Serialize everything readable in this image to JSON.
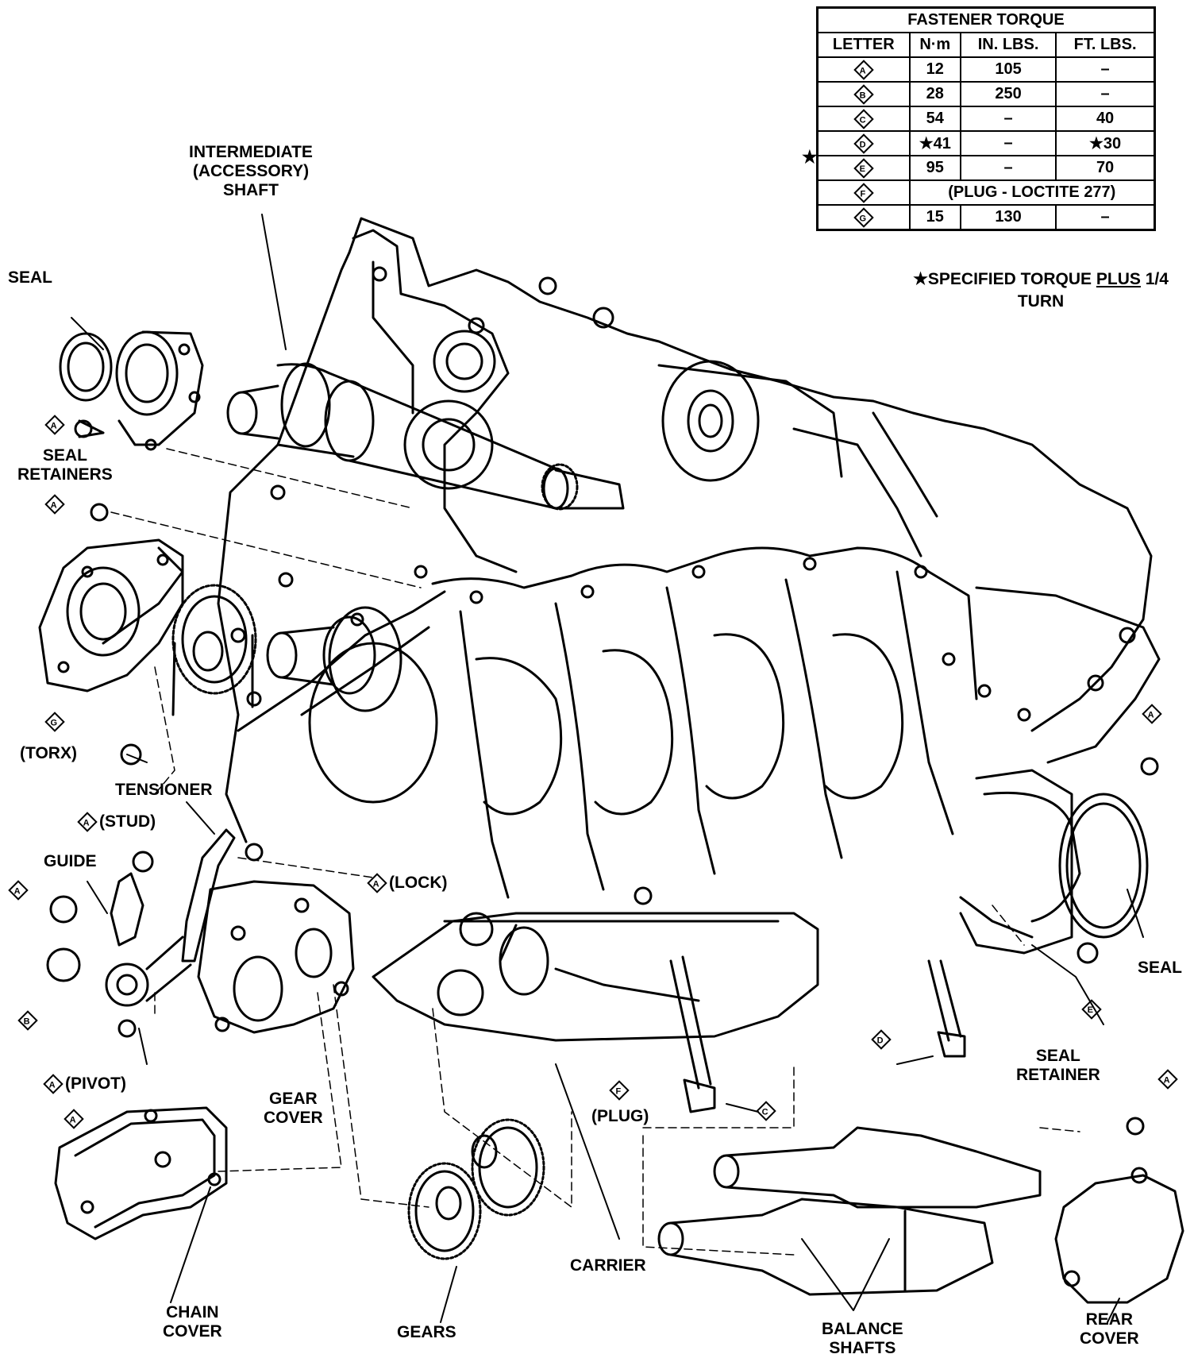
{
  "torque_table": {
    "title": "FASTENER TORQUE",
    "headers": [
      "LETTER",
      "N·m",
      "IN. LBS.",
      "FT. LBS."
    ],
    "rows": [
      {
        "letter": "A",
        "nm": "12",
        "in_lbs": "105",
        "ft_lbs": "–"
      },
      {
        "letter": "B",
        "nm": "28",
        "in_lbs": "250",
        "ft_lbs": "–"
      },
      {
        "letter": "C",
        "nm": "54",
        "in_lbs": "–",
        "ft_lbs": "40"
      },
      {
        "letter": "D",
        "nm": "★41",
        "in_lbs": "–",
        "ft_lbs": "★30",
        "star": "★"
      },
      {
        "letter": "E",
        "nm": "95",
        "in_lbs": "–",
        "ft_lbs": "70"
      },
      {
        "letter": "F",
        "note": "(PLUG - LOCTITE 277)"
      },
      {
        "letter": "G",
        "nm": "15",
        "in_lbs": "130",
        "ft_lbs": "–"
      }
    ],
    "footnote_line1": "★SPECIFIED  TORQUE",
    "footnote_plus": "PLUS",
    "footnote_line2_rest": " 1/4 TURN"
  },
  "labels": {
    "intermediate_shaft": [
      "INTERMEDIATE",
      "(ACCESSORY)",
      "SHAFT"
    ],
    "seal_top_left": "SEAL",
    "seal_retainers": [
      "SEAL",
      "RETAINERS"
    ],
    "torx": "(TORX)",
    "tensioner": "TENSIONER",
    "stud": "(STUD)",
    "guide": "GUIDE",
    "lock": "(LOCK)",
    "pivot": "(PIVOT)",
    "gear_cover": [
      "GEAR",
      "COVER"
    ],
    "plug": "(PLUG)",
    "chain_cover": [
      "CHAIN",
      "COVER"
    ],
    "gears": "GEARS",
    "carrier": "CARRIER",
    "balance_shafts": [
      "BALANCE",
      "SHAFTS"
    ],
    "rear_cover": [
      "REAR",
      "COVER"
    ],
    "seal_right": "SEAL",
    "seal_retainer_right": [
      "SEAL",
      "RETAINER"
    ]
  },
  "letters": {
    "a": "A",
    "b": "B",
    "c": "C",
    "d": "D",
    "e": "E",
    "f": "F",
    "g": "G"
  }
}
